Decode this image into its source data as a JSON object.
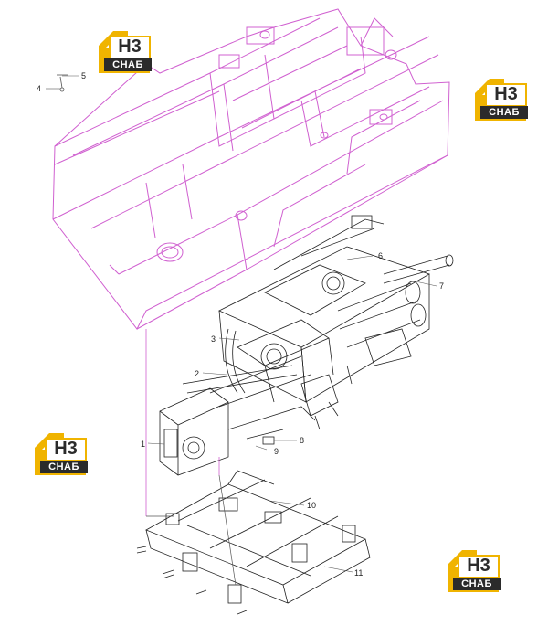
{
  "colors": {
    "frame": "#d060d0",
    "assembly": "#222222",
    "leader": "#555555",
    "logo_yellow": "#f0b400",
    "logo_dark": "#2b2b2b"
  },
  "logo": {
    "mark": "Н3",
    "text": "СНАБ"
  },
  "callouts": [
    {
      "id": "4",
      "label": "4"
    },
    {
      "id": "5",
      "label": "5"
    },
    {
      "id": "6",
      "label": "6"
    },
    {
      "id": "7",
      "label": "7"
    },
    {
      "id": "3",
      "label": "3"
    },
    {
      "id": "2",
      "label": "2"
    },
    {
      "id": "1",
      "label": "1"
    },
    {
      "id": "8",
      "label": "8"
    },
    {
      "id": "9",
      "label": "9"
    },
    {
      "id": "10",
      "label": "10"
    },
    {
      "id": "11",
      "label": "11"
    }
  ]
}
